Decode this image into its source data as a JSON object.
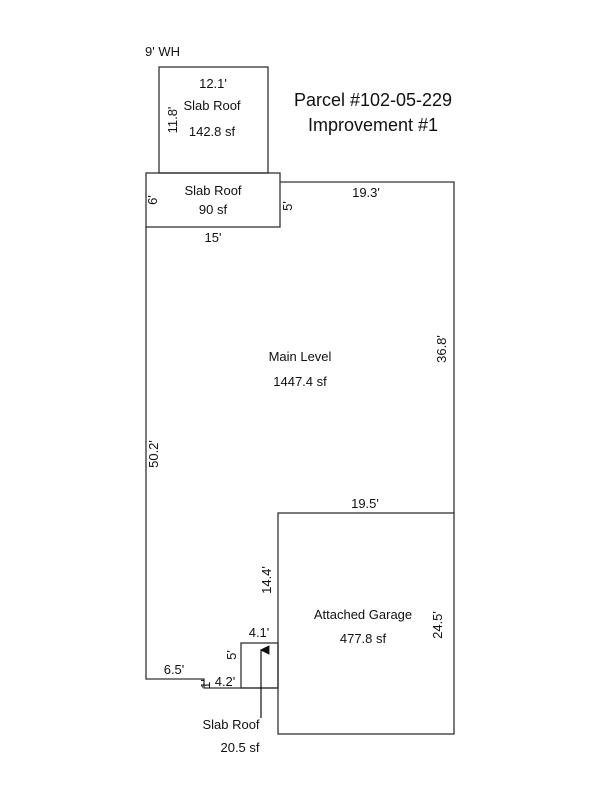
{
  "title": {
    "parcel": "Parcel #102-05-229",
    "improvement": "Improvement #1"
  },
  "wall_height": "9' WH",
  "areas": {
    "slab_roof_top": {
      "label": "Slab Roof",
      "area": "142.8 sf",
      "dims": [
        "12.1'",
        "11.8'"
      ]
    },
    "slab_roof_mid": {
      "label": "Slab Roof",
      "area": "90 sf",
      "dims": [
        "6'",
        "5'",
        "15'"
      ]
    },
    "main_level": {
      "label": "Main Level",
      "area": "1447.4 sf",
      "dims": [
        "19.3'",
        "36.8'",
        "50.2'",
        "6.5'",
        "1'",
        "4.2'"
      ]
    },
    "garage": {
      "label": "Attached Garage",
      "area": "477.8 sf",
      "dims": [
        "19.5'",
        "14.4'",
        "24.5'"
      ]
    },
    "slab_roof_small": {
      "label": "Slab Roof",
      "area": "20.5 sf",
      "dims": [
        "4.1'",
        "5'"
      ]
    }
  }
}
